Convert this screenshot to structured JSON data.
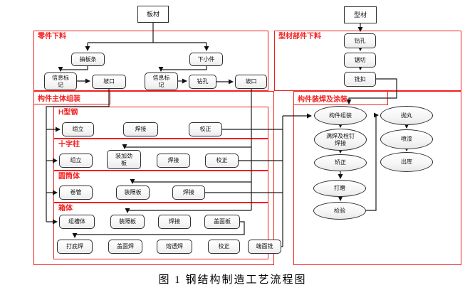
{
  "caption": "图 1  钢结构制造工艺流程图",
  "colors": {
    "region_border": "#f31f1f",
    "node_border": "#2f2f2f",
    "wire": "#1a1a1a"
  },
  "sources": {
    "plate": "板材",
    "profile": "型材"
  },
  "parts": {
    "label": "零件下料",
    "strip": "抽板条",
    "small_parts": "下小件",
    "mark_left": "信息标记",
    "groove_left": "坡口",
    "mark_right": "信息标记",
    "drill": "钻孔",
    "groove_right": "坡口"
  },
  "profile_parts": {
    "label": "型材部件下料",
    "drill": "钻孔",
    "saw": "锯切",
    "notch": "铣扣"
  },
  "main_assembly": {
    "label": "构件主体组装",
    "h_beam": {
      "label": "H型钢",
      "assemble": "组立",
      "weld": "焊接",
      "correct": "校正"
    },
    "cross_column": {
      "label": "十字柱",
      "assemble": "组立",
      "stiffener": "装加劲板",
      "weld": "焊接",
      "correct": "校正"
    },
    "cylinder": {
      "label": "圆筒体",
      "roll": "卷管",
      "diaphragm": "装隔板",
      "weld": "焊接"
    },
    "box_body": {
      "label": "箱体",
      "channel": "组槽体",
      "diaphragm": "装隔板",
      "weld": "焊接",
      "cover_plate": "盖面板",
      "root_weld": "打底焊",
      "cover_weld": "盖面焊",
      "penetration_weld": "熔透焊",
      "correct": "校正",
      "end_mill": "端面铣"
    }
  },
  "weld_paint": {
    "label": "构件装焊及涂装",
    "assemble": "构件组装",
    "stud_weld": "满焊及栓钉焊接",
    "straighten": "矫正",
    "grind": "打磨",
    "inspect": "检验",
    "shot_blast": "抛丸",
    "paint": "喷漆",
    "out": "出库"
  }
}
